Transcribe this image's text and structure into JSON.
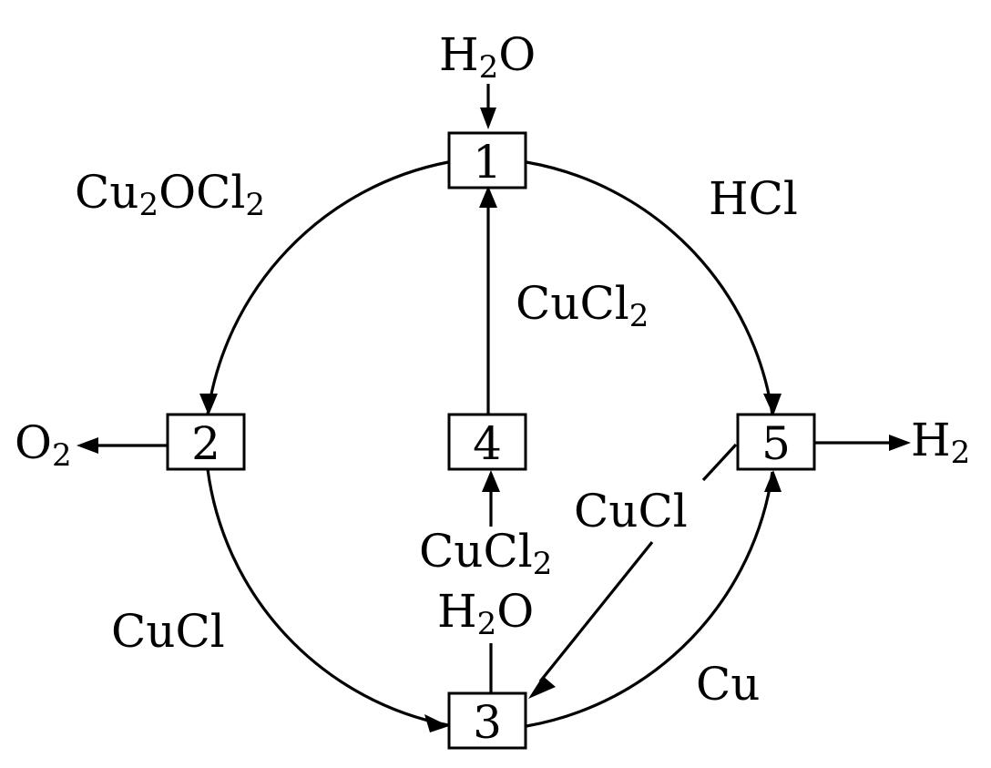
{
  "steps": [
    "1",
    "2",
    "3",
    "4",
    "5"
  ],
  "labels": {
    "input_water_top": {
      "main": "H",
      "sub": "2",
      "tail": "O"
    },
    "arc_1_to_2": {
      "main": "Cu",
      "sub": "2",
      "mid": "OCl",
      "sub2": "2"
    },
    "arc_1_to_5": {
      "main": "HCl"
    },
    "line_4_to_1": {
      "main": "CuCl",
      "sub": "2"
    },
    "output_o2": {
      "main": "O",
      "sub": "2"
    },
    "output_h2": {
      "main": "H",
      "sub": "2"
    },
    "line_3_to_4_a": {
      "main": "CuCl",
      "sub": "2"
    },
    "line_3_to_4_b": {
      "main": "H",
      "sub": "2",
      "tail": "O"
    },
    "line_5_to_3": {
      "main": "CuCl"
    },
    "arc_2_to_3": {
      "main": "CuCl"
    },
    "arc_3_to_5": {
      "main": "Cu"
    }
  }
}
